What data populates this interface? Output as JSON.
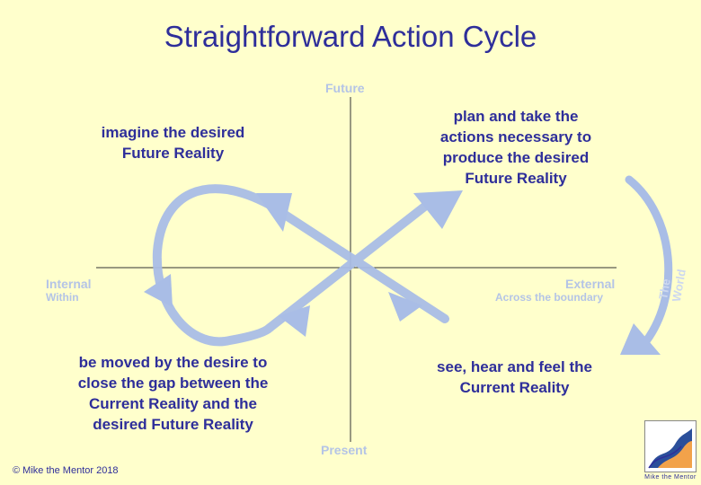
{
  "title": "Straightforward Action Cycle",
  "axes": {
    "top": "Future",
    "bottom": "Present",
    "left_main": "Internal",
    "left_sub": "Within",
    "right_main": "External",
    "right_sub": "Across the boundary",
    "world": "The World"
  },
  "quadrants": {
    "top_left": "imagine the desired Future Reality",
    "top_right": "plan and take the actions necessary to produce the desired Future Reality",
    "bottom_left": "be moved by the desire to close the gap between the Current Reality and the desired Future Reality",
    "bottom_right": "see, hear and feel the Current Reality"
  },
  "footer": "© Mike the Mentor 2018",
  "logo_text": "Mike the Mentor",
  "colors": {
    "background": "#ffffcc",
    "title": "#2e2e9a",
    "arrow": "#a9bde6",
    "axis": "#333333"
  }
}
